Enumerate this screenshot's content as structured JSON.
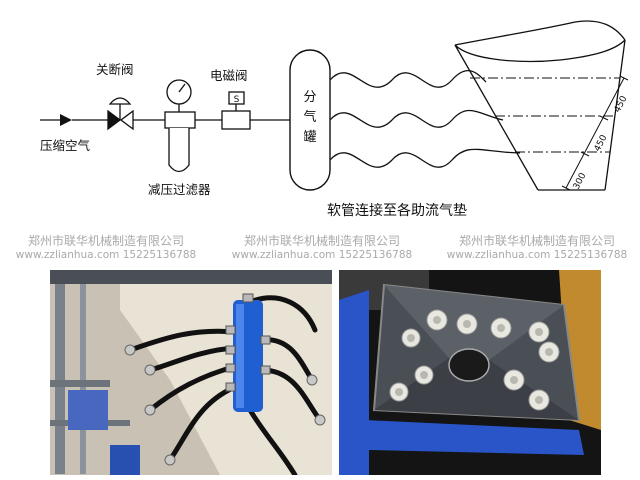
{
  "diagram": {
    "inlet_label": "压缩空气",
    "shutoff_valve_label": "关断阀",
    "reducer_filter_label": "减压过滤器",
    "solenoid_valve_label": "电磁阀",
    "solenoid_mark": "S",
    "tank_label": "分气罐",
    "hose_caption": "软管连接至各助流气垫",
    "dims": [
      "300",
      "450",
      "450"
    ]
  },
  "watermarks": [
    {
      "company": "郑州市联华机械制造有限公司",
      "website": "www.zzlianhua.com 15225136788"
    },
    {
      "company": "郑州市联华机械制造有限公司",
      "website": "www.zzlianhua.com 15225136788"
    },
    {
      "company": "郑州市联华机械制造有限公司",
      "website": "www.zzlianhua.com 15225136788"
    }
  ],
  "colors": {
    "line": "#111111",
    "watermark": "#a9a9a9",
    "manifold_blue": "#1f5fd1",
    "hopper_blue": "#2a55c8",
    "pad_white": "#e8e8e0"
  }
}
